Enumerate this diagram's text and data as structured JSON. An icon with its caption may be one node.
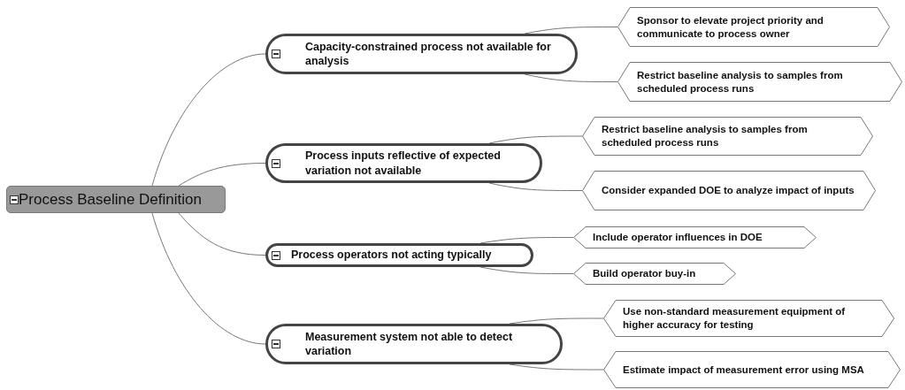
{
  "diagram": {
    "nodes": [
      {
        "text": [
          "Process Baseline Definition"
        ]
      },
      {
        "text": [
          "Capacity-constrained process not available for analysis"
        ]
      },
      {
        "text": [
          "Sponsor to elevate project priority and communicate to process owner"
        ]
      },
      {
        "text": [
          "Restrict baseline analysis to samples from scheduled process runs"
        ]
      },
      {
        "text": [
          "Process inputs reflective of expected variation not available"
        ]
      },
      {
        "text": [
          "Restrict baseline analysis to samples from scheduled process runs"
        ]
      },
      {
        "text": [
          "Consider expanded DOE to analyze impact of inputs"
        ]
      },
      {
        "text": [
          "Process operators not acting typically"
        ]
      },
      {
        "text": [
          "Include operator influences in DOE"
        ]
      },
      {
        "text": [
          "Build operator buy-in"
        ]
      },
      {
        "text": [
          "Measurement system not able to detect variation"
        ]
      },
      {
        "text": [
          "Use non-standard measurement equipment of higher accuracy for testing"
        ]
      },
      {
        "text": [
          "Estimate impact of measurement error using MSA"
        ]
      }
    ],
    "edges": [
      {
        "from": 0,
        "to": 1,
        "arrow": "none"
      },
      {
        "from": 1,
        "to": 2,
        "arrow": "none"
      },
      {
        "from": 1,
        "to": 3,
        "arrow": "none"
      },
      {
        "from": 0,
        "to": 4,
        "arrow": "none"
      },
      {
        "from": 4,
        "to": 5,
        "arrow": "none"
      },
      {
        "from": 4,
        "to": 6,
        "arrow": "none"
      },
      {
        "from": 0,
        "to": 7,
        "arrow": "none"
      },
      {
        "from": 7,
        "to": 8,
        "arrow": "none"
      },
      {
        "from": 7,
        "to": 9,
        "arrow": "none"
      },
      {
        "from": 0,
        "to": 10,
        "arrow": "none"
      },
      {
        "from": 10,
        "to": 11,
        "arrow": "none"
      },
      {
        "from": 10,
        "to": 12,
        "arrow": "none"
      }
    ]
  }
}
